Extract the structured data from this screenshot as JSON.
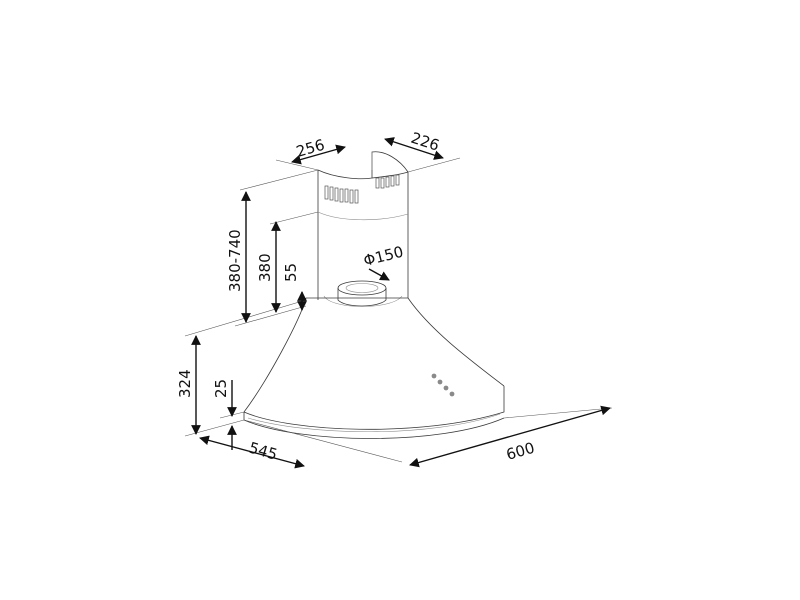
{
  "diagram": {
    "dimensions": {
      "chimney_width": "256",
      "chimney_depth": "226",
      "chimney_height": "380-740",
      "chimney_lower": "380",
      "collar_height": "55",
      "outlet_diameter": "Φ150",
      "hood_height": "324",
      "rim_height": "25",
      "hood_depth": "545",
      "hood_width": "600"
    },
    "colors": {
      "outline": "#3a3a3a",
      "dimension": "#111111"
    }
  }
}
